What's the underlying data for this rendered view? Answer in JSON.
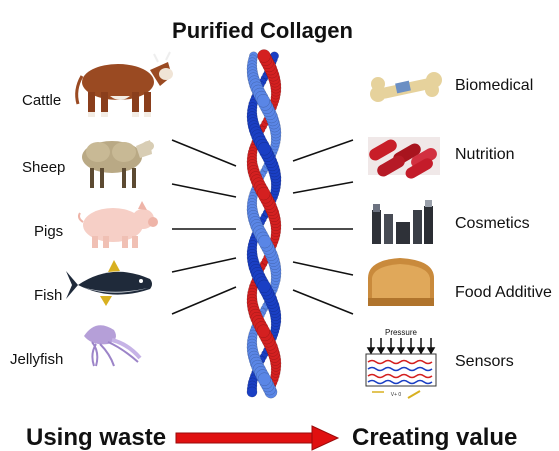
{
  "title": "Purified Collagen",
  "sources": [
    "Cattle",
    "Sheep",
    "Pigs",
    "Fish",
    "Jellyfish"
  ],
  "uses": [
    "Biomedical",
    "Nutrition",
    "Cosmetics",
    "Food Additive",
    "Sensors"
  ],
  "sensor_panel": {
    "caption": "Pressure",
    "small_text": "V+ 0"
  },
  "footer": {
    "left": "Using waste",
    "right": "Creating value"
  },
  "colors": {
    "helix_red": "#d42020",
    "helix_blue": "#1a3fc4",
    "helix_light_blue": "#5a86e6",
    "arrow_red": "#e01010"
  }
}
